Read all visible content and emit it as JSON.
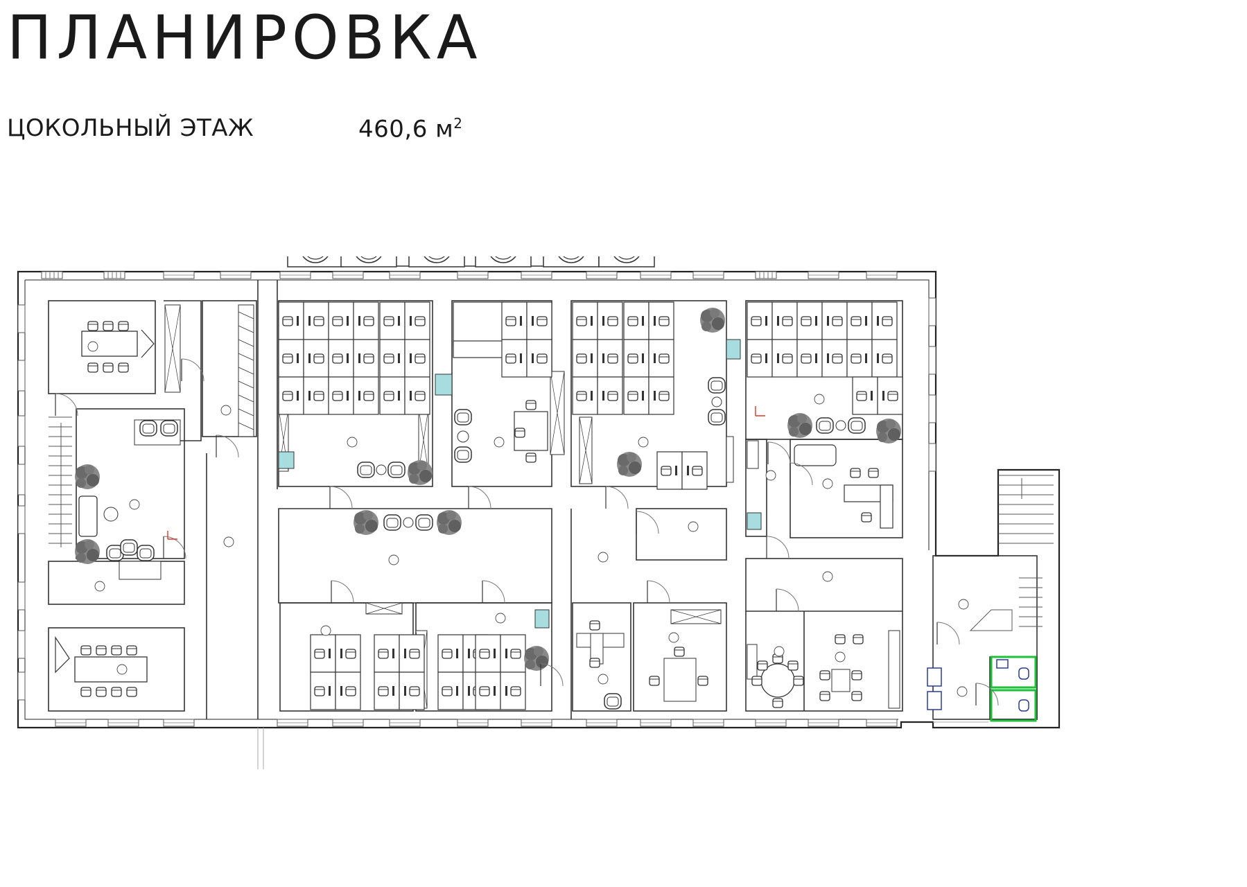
{
  "header": {
    "title": "ПЛАНИРОВКА",
    "floor_label": "ЦОКОЛЬНЫЙ ЭТАЖ",
    "area_value": "460,6 м",
    "area_unit_sup": "2"
  },
  "colors": {
    "wall": "#222222",
    "line": "#444444",
    "light": "#9a9a9a",
    "plant": "#6f6f6f",
    "cyan_equipment": "#a8dde0",
    "wc_highlight": "#1fbf3a",
    "wc_fixture": "#2a3a9a",
    "entry_marker": "#d33a2a"
  },
  "icons": {
    "skylight": "circle-skylight-icon",
    "chair": "office-chair-icon",
    "plant": "potted-plant-icon",
    "door": "door-swing-icon",
    "stairs": "staircase-icon",
    "toilet": "toilet-icon"
  }
}
